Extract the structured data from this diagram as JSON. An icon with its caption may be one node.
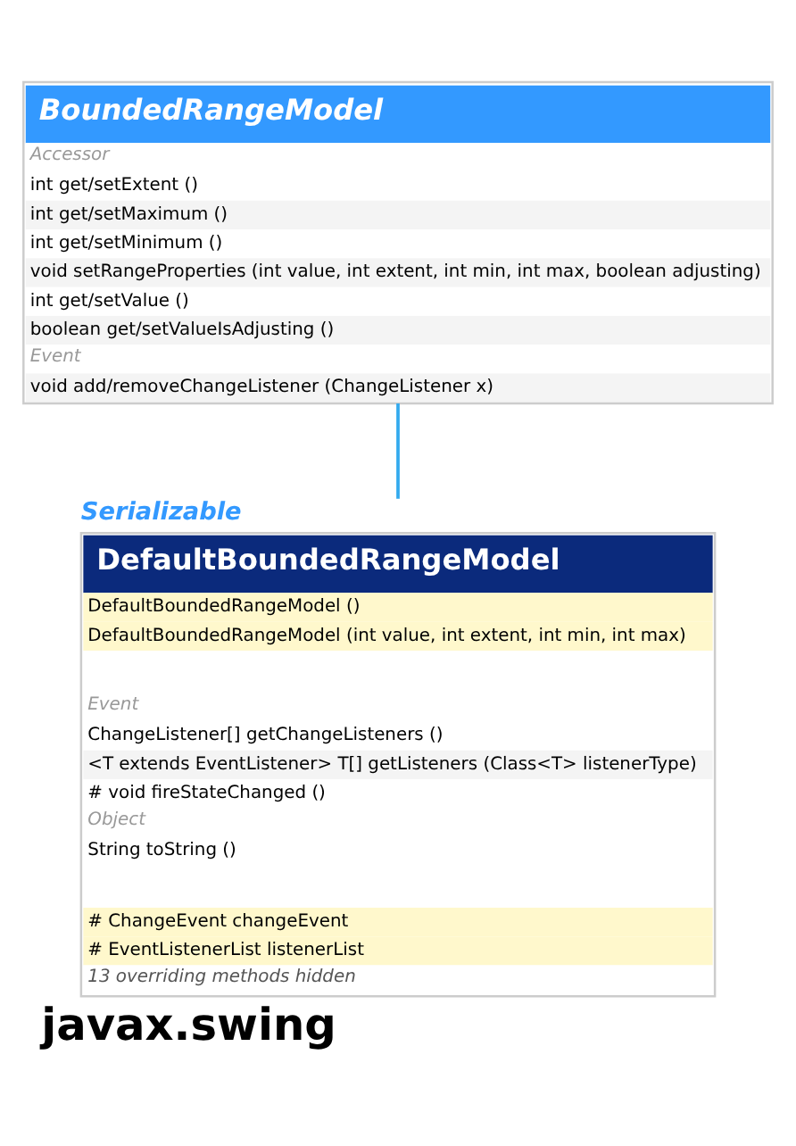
{
  "diagram": {
    "caption": "javax.swing",
    "nodes": [
      {
        "text": [
          "BoundedRangeModel",
          "Accessor",
          "int get/setExtent ()",
          "int get/setMaximum ()",
          "int get/setMinimum ()",
          "void setRangeProperties (int value, int extent, int min, int max, boolean adjusting)",
          "int get/setValue ()",
          "boolean get/setValueIsAdjusting ()",
          "Event",
          "void add/removeChangeListener (ChangeListener x)"
        ]
      },
      {
        "text": [
          "DefaultBoundedRangeModel",
          "DefaultBoundedRangeModel ()",
          "DefaultBoundedRangeModel (int value, int extent, int min, int max)",
          "Event",
          "ChangeListener[] getChangeListeners ()",
          "<T extends EventListener> T[] getListeners (Class<T> listenerType)",
          "# void fireStateChanged ()",
          "Object",
          "String toString ()",
          "# ChangeEvent changeEvent",
          "# EventListenerList listenerList",
          "13 overriding methods hidden"
        ],
        "beside": [
          "Serializable"
        ]
      }
    ],
    "edges": [
      {
        "from": 1,
        "to": 0,
        "arrow": "none",
        "color": "#33aaee"
      }
    ]
  }
}
